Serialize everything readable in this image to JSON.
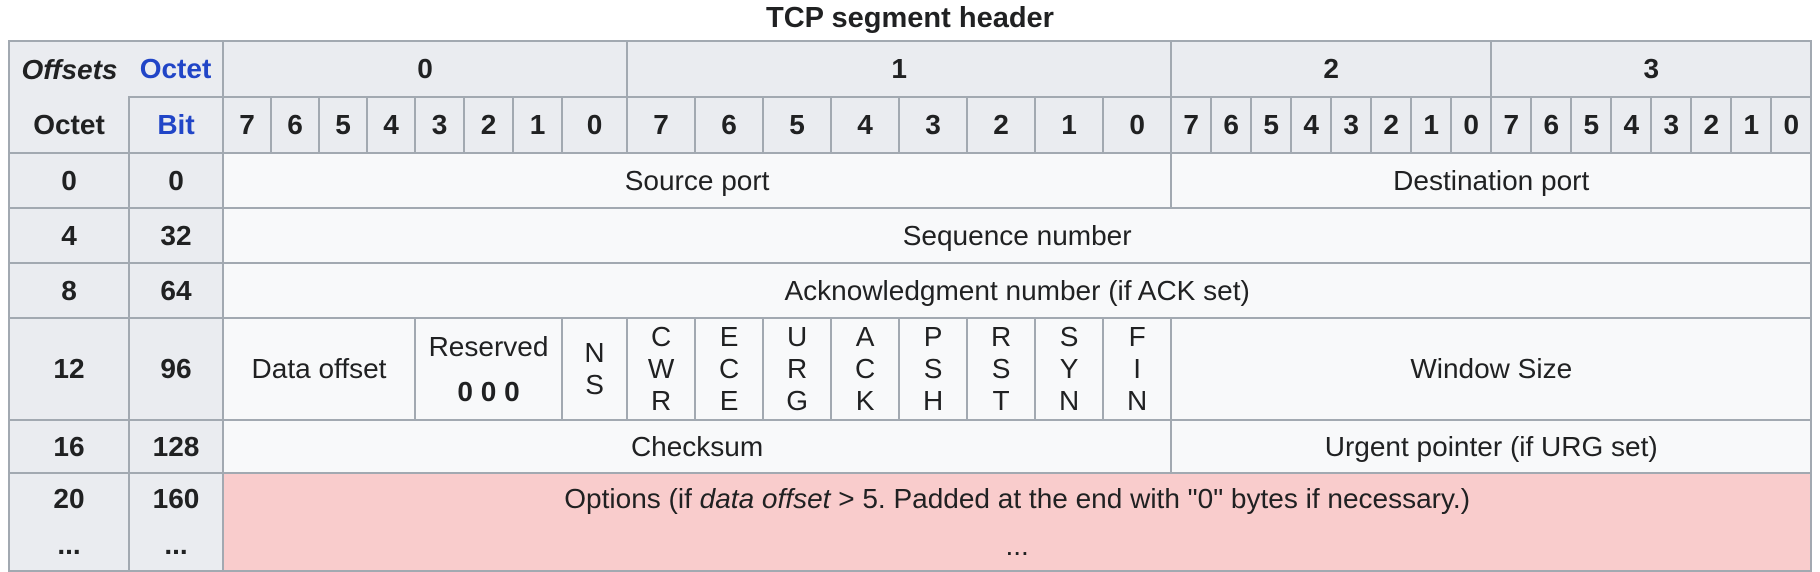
{
  "title": "TCP segment header",
  "colors": {
    "link_blue": "#2145c7",
    "header_bg": "#eaecf0",
    "cell_bg": "#f8f9fa",
    "options_pink": "#f9cccc",
    "border_gray": "#a2a9b1",
    "text": "#202122"
  },
  "header": {
    "offsets_label": "Offsets",
    "octet_link": "Octet",
    "octet_label": "Octet",
    "bit_link": "Bit",
    "octet_groups": [
      "0",
      "1",
      "2",
      "3"
    ],
    "bit_numbers": [
      "7",
      "6",
      "5",
      "4",
      "3",
      "2",
      "1",
      "0",
      "7",
      "6",
      "5",
      "4",
      "3",
      "2",
      "1",
      "0",
      "7",
      "6",
      "5",
      "4",
      "3",
      "2",
      "1",
      "0",
      "7",
      "6",
      "5",
      "4",
      "3",
      "2",
      "1",
      "0"
    ]
  },
  "row_labels": {
    "r0": {
      "octet": "0",
      "bit": "0"
    },
    "r4": {
      "octet": "4",
      "bit": "32"
    },
    "r8": {
      "octet": "8",
      "bit": "64"
    },
    "r12": {
      "octet": "12",
      "bit": "96"
    },
    "r16": {
      "octet": "16",
      "bit": "128"
    },
    "r20": {
      "octet": "20",
      "octet_more": "...",
      "bit": "160",
      "bit_more": "..."
    }
  },
  "fields": {
    "source_port": "Source port",
    "destination_port": "Destination port",
    "sequence_number": "Sequence number",
    "acknowledgment_number": "Acknowledgment number (if ACK set)",
    "data_offset": "Data offset",
    "reserved_label": "Reserved",
    "reserved_bits": "0 0 0",
    "flags": [
      "NS",
      "CWR",
      "ECE",
      "URG",
      "ACK",
      "PSH",
      "RST",
      "SYN",
      "FIN"
    ],
    "window_size": "Window Size",
    "checksum": "Checksum",
    "urgent_pointer": "Urgent pointer (if URG set)",
    "options_prefix": "Options (if ",
    "options_italic": "data offset",
    "options_suffix": " > 5. Padded at the end with \"0\" bytes if necessary.)",
    "options_ellipsis": "..."
  }
}
